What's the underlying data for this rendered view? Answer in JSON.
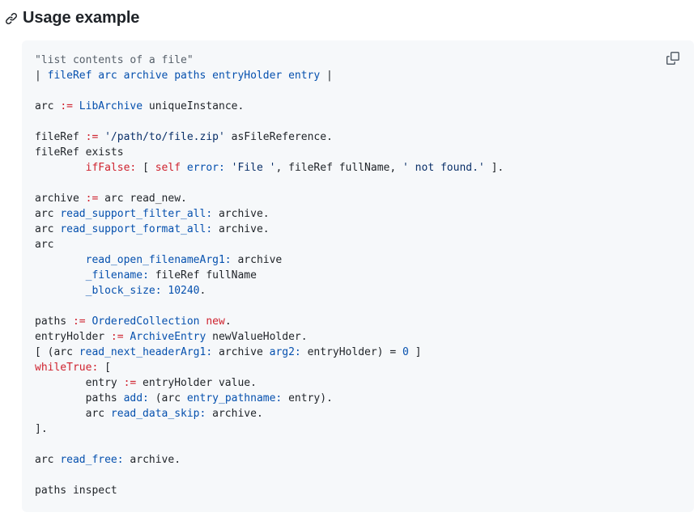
{
  "heading": {
    "title": "Usage example",
    "icon": "link-icon"
  },
  "code_block": {
    "copy_icon": "copy-icon",
    "language": "smalltalk",
    "colors": {
      "background": "#f6f8fa",
      "comment": "#57606a",
      "keyword": "#cf222e",
      "entity": "#0550ae",
      "string": "#0a3069",
      "plain": "#1f2328"
    },
    "lines": [
      [
        {
          "t": "\"list contents of a file\"",
          "k": "comment"
        }
      ],
      [
        {
          "t": "| ",
          "k": "plain"
        },
        {
          "t": "fileRef arc archive paths entryHolder entry",
          "k": "entity"
        },
        {
          "t": " |",
          "k": "plain"
        }
      ],
      [],
      [
        {
          "t": "arc ",
          "k": "plain"
        },
        {
          "t": ":=",
          "k": "kw"
        },
        {
          "t": " ",
          "k": "plain"
        },
        {
          "t": "LibArchive",
          "k": "entity"
        },
        {
          "t": " uniqueInstance.",
          "k": "plain"
        }
      ],
      [],
      [
        {
          "t": "fileRef ",
          "k": "plain"
        },
        {
          "t": ":=",
          "k": "kw"
        },
        {
          "t": " ",
          "k": "plain"
        },
        {
          "t": "'/path/to/file.zip'",
          "k": "str"
        },
        {
          "t": " asFileReference.",
          "k": "plain"
        }
      ],
      [
        {
          "t": "fileRef exists",
          "k": "plain"
        }
      ],
      [
        {
          "t": "        ",
          "k": "plain"
        },
        {
          "t": "ifFalse:",
          "k": "kw"
        },
        {
          "t": " [ ",
          "k": "plain"
        },
        {
          "t": "self",
          "k": "kw"
        },
        {
          "t": " ",
          "k": "plain"
        },
        {
          "t": "error:",
          "k": "entity"
        },
        {
          "t": " ",
          "k": "plain"
        },
        {
          "t": "'File '",
          "k": "str"
        },
        {
          "t": ", fileRef fullName, ",
          "k": "plain"
        },
        {
          "t": "' not found.'",
          "k": "str"
        },
        {
          "t": " ].",
          "k": "plain"
        }
      ],
      [],
      [
        {
          "t": "archive ",
          "k": "plain"
        },
        {
          "t": ":=",
          "k": "kw"
        },
        {
          "t": " arc read_new.",
          "k": "plain"
        }
      ],
      [
        {
          "t": "arc ",
          "k": "plain"
        },
        {
          "t": "read_support_filter_all:",
          "k": "entity"
        },
        {
          "t": " archive.",
          "k": "plain"
        }
      ],
      [
        {
          "t": "arc ",
          "k": "plain"
        },
        {
          "t": "read_support_format_all:",
          "k": "entity"
        },
        {
          "t": " archive.",
          "k": "plain"
        }
      ],
      [
        {
          "t": "arc",
          "k": "plain"
        }
      ],
      [
        {
          "t": "        ",
          "k": "plain"
        },
        {
          "t": "read_open_filenameArg1:",
          "k": "entity"
        },
        {
          "t": " archive",
          "k": "plain"
        }
      ],
      [
        {
          "t": "        ",
          "k": "plain"
        },
        {
          "t": "_filename:",
          "k": "entity"
        },
        {
          "t": " fileRef fullName",
          "k": "plain"
        }
      ],
      [
        {
          "t": "        ",
          "k": "plain"
        },
        {
          "t": "_block_size:",
          "k": "entity"
        },
        {
          "t": " ",
          "k": "plain"
        },
        {
          "t": "10240",
          "k": "entity"
        },
        {
          "t": ".",
          "k": "plain"
        }
      ],
      [],
      [
        {
          "t": "paths ",
          "k": "plain"
        },
        {
          "t": ":=",
          "k": "kw"
        },
        {
          "t": " ",
          "k": "plain"
        },
        {
          "t": "OrderedCollection",
          "k": "entity"
        },
        {
          "t": " ",
          "k": "plain"
        },
        {
          "t": "new",
          "k": "kw"
        },
        {
          "t": ".",
          "k": "plain"
        }
      ],
      [
        {
          "t": "entryHolder ",
          "k": "plain"
        },
        {
          "t": ":=",
          "k": "kw"
        },
        {
          "t": " ",
          "k": "plain"
        },
        {
          "t": "ArchiveEntry",
          "k": "entity"
        },
        {
          "t": " newValueHolder.",
          "k": "plain"
        }
      ],
      [
        {
          "t": "[ (arc ",
          "k": "plain"
        },
        {
          "t": "read_next_headerArg1:",
          "k": "entity"
        },
        {
          "t": " archive ",
          "k": "plain"
        },
        {
          "t": "arg2:",
          "k": "entity"
        },
        {
          "t": " entryHolder) = ",
          "k": "plain"
        },
        {
          "t": "0",
          "k": "entity"
        },
        {
          "t": " ]",
          "k": "plain"
        }
      ],
      [
        {
          "t": "whileTrue:",
          "k": "kw"
        },
        {
          "t": " [",
          "k": "plain"
        }
      ],
      [
        {
          "t": "        entry ",
          "k": "plain"
        },
        {
          "t": ":=",
          "k": "kw"
        },
        {
          "t": " entryHolder value.",
          "k": "plain"
        }
      ],
      [
        {
          "t": "        paths ",
          "k": "plain"
        },
        {
          "t": "add:",
          "k": "entity"
        },
        {
          "t": " (arc ",
          "k": "plain"
        },
        {
          "t": "entry_pathname:",
          "k": "entity"
        },
        {
          "t": " entry).",
          "k": "plain"
        }
      ],
      [
        {
          "t": "        arc ",
          "k": "plain"
        },
        {
          "t": "read_data_skip:",
          "k": "entity"
        },
        {
          "t": " archive.",
          "k": "plain"
        }
      ],
      [
        {
          "t": "].",
          "k": "plain"
        }
      ],
      [],
      [
        {
          "t": "arc ",
          "k": "plain"
        },
        {
          "t": "read_free:",
          "k": "entity"
        },
        {
          "t": " archive.",
          "k": "plain"
        }
      ],
      [],
      [
        {
          "t": "paths inspect",
          "k": "plain"
        }
      ]
    ]
  }
}
